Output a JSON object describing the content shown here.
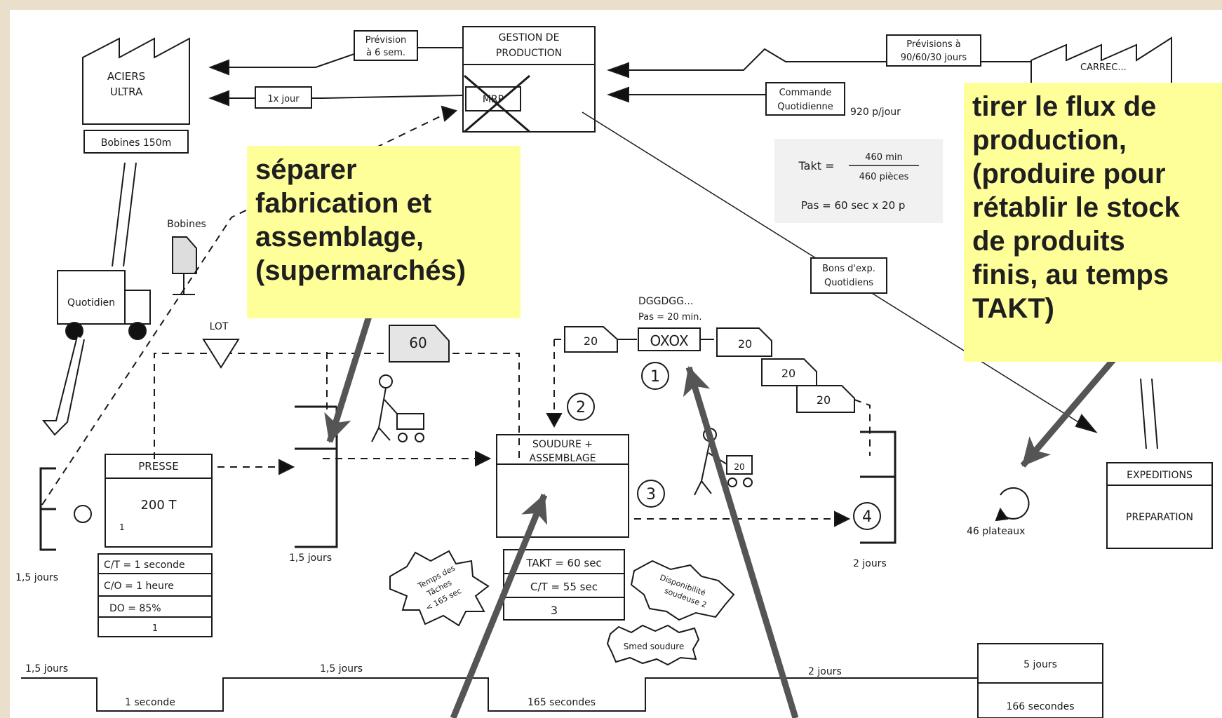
{
  "diagram": {
    "supplier": {
      "name_line1": "ACIERS",
      "name_line2": "ULTRA",
      "material": "Bobines 150m"
    },
    "control": {
      "title_line1": "GESTION DE",
      "title_line2": "PRODUCTION",
      "mrp": "MRP"
    },
    "info_flows": {
      "forecast_supplier_line1": "Prévision",
      "forecast_supplier_line2": "à 6 sem.",
      "order_supplier": "1x jour",
      "forecast_customer_line1": "Prévisions à",
      "forecast_customer_line2": "90/60/30 jours",
      "order_customer_line1": "Commande",
      "order_customer_line2": "Quotidienne",
      "demand": "920 p/jour",
      "shipping_orders_line1": "Bons d'exp.",
      "shipping_orders_line2": "Quotidiens"
    },
    "customer": {
      "name_partial": "CARREC..."
    },
    "takt": {
      "takt_label": "Takt =",
      "takt_numerator": "460 min",
      "takt_denominator": "460 pièces",
      "pitch_label": "Pas = 60 sec x 20 p"
    },
    "transport": {
      "truck_label": "Quotidien",
      "bobines_label": "Bobines",
      "lot_label": "LOT"
    },
    "processes": {
      "presse": {
        "title": "PRESSE",
        "capacity": "200 T",
        "operators_inner": "1",
        "ct": "C/T = 1 seconde",
        "co": "C/O = 1 heure",
        "do": "DO = 85%",
        "operators": "1"
      },
      "soudure": {
        "title_line1": "SOUDURE +",
        "title_line2": "ASSEMBLAGE",
        "takt": "TAKT = 60 sec",
        "ct": "C/T = 55 sec",
        "operators": "3"
      },
      "expeditions": {
        "title": "EXPEDITIONS",
        "subtitle": "PREPARATION"
      }
    },
    "kanbans": {
      "signal": "60",
      "withdrawal_1": "20",
      "withdrawal_2": "20",
      "withdrawal_3": "20",
      "withdrawal_4": "20",
      "cart": "20",
      "leveling": "OXOX",
      "sequence": "DGGDGG...",
      "pitch": "Pas = 20 min."
    },
    "inventories": {
      "raw": "1,5 jours",
      "wip_supermarket": "1,5 jours",
      "fg_supermarket": "2 jours",
      "plateaux": "46 plateaux"
    },
    "steps": {
      "one": "1",
      "two": "2",
      "three": "3",
      "four": "4"
    },
    "kaizen": {
      "burst1_line1": "Temps des",
      "burst1_line2": "Tâches",
      "burst1_line3": "< 165 sec",
      "burst2_line1": "Disponibilité",
      "burst2_line2": "soudeuse 2",
      "burst3": "Smed soudure"
    },
    "timeline": {
      "wait1": "1,5 jours",
      "wait2": "1,5 jours",
      "wait3": "2 jours",
      "proc1": "1 seconde",
      "proc2": "165 secondes",
      "total_lead": "5 jours",
      "total_proc": "166 secondes"
    }
  },
  "callouts": {
    "separer": "séparer\nfabrication et\nassemblage,\n(supermarchés)",
    "tirer": "tirer le flux de\nproduction,\n(produire pour\nrétablir le stock\nde produits\nfinis, au temps\nTAKT)"
  },
  "colors": {
    "background": "#e9dfca",
    "paper": "#ffffff",
    "callout": "#ffff99",
    "arrow": "#555555",
    "ink": "#1a1a1a"
  }
}
